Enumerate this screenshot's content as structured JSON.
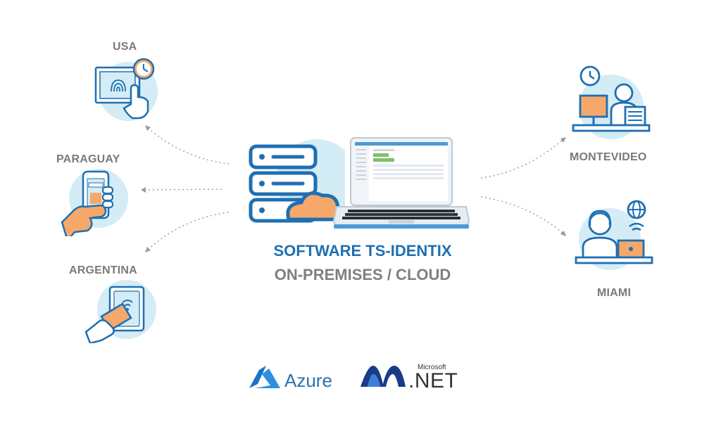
{
  "locations": {
    "usa": "USA",
    "paraguay": "PARAGUAY",
    "argentina": "ARGENTINA",
    "montevideo": "MONTEVIDEO",
    "miami": "MIAMI"
  },
  "title": {
    "line1": "SOFTWARE TS-IDENTIX",
    "line2": "ON-PREMISES / CLOUD"
  },
  "logos": {
    "azure": "Azure",
    "microsoft": "Microsoft",
    "net": ".NET"
  },
  "colors": {
    "primary_blue": "#1f6fb2",
    "light_blue_circle": "#d4ecf5",
    "orange_accent": "#f6a86a",
    "gray_text": "#7a7a7a"
  },
  "icons": [
    "fingerprint-clock-icon",
    "mobile-qr-icon",
    "card-reader-icon",
    "server-cloud-icon",
    "laptop-icon",
    "office-worker-clock-icon",
    "remote-worker-globe-icon"
  ]
}
